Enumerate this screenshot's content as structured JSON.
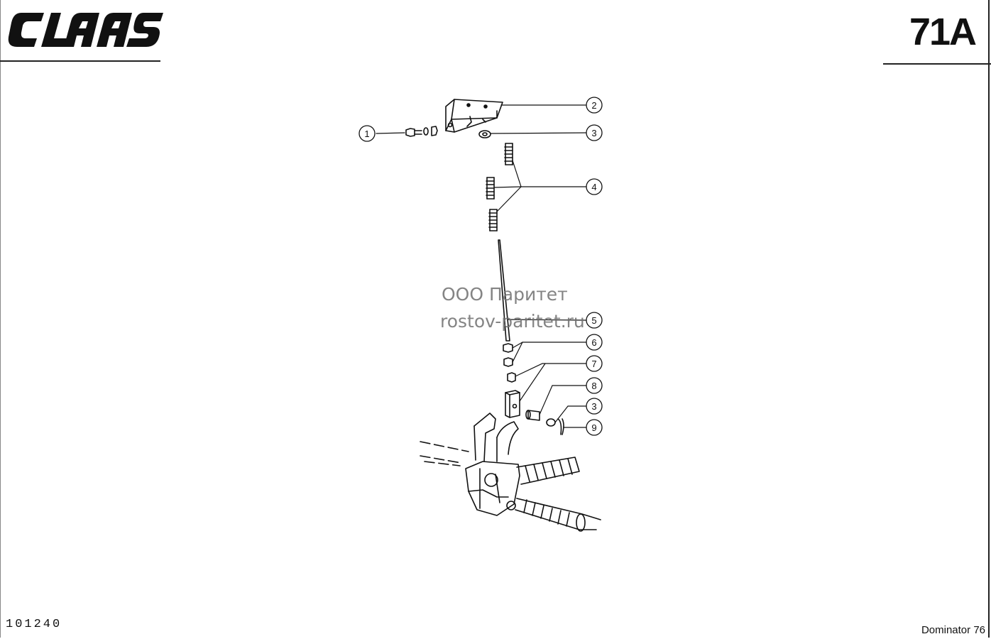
{
  "header": {
    "brand_logo_text": "CLAAS",
    "page_number": "71A"
  },
  "footer": {
    "doc_code": "101240",
    "model": "Dominator 76"
  },
  "watermark": {
    "line1": "ООО Паритет",
    "line2": "rostov-paritet.ru"
  },
  "callouts": [
    {
      "label": "1"
    },
    {
      "label": "2"
    },
    {
      "label": "3"
    },
    {
      "label": "4"
    },
    {
      "label": "5"
    },
    {
      "label": "6"
    },
    {
      "label": "7"
    },
    {
      "label": "8"
    },
    {
      "label": "3"
    },
    {
      "label": "9"
    }
  ]
}
